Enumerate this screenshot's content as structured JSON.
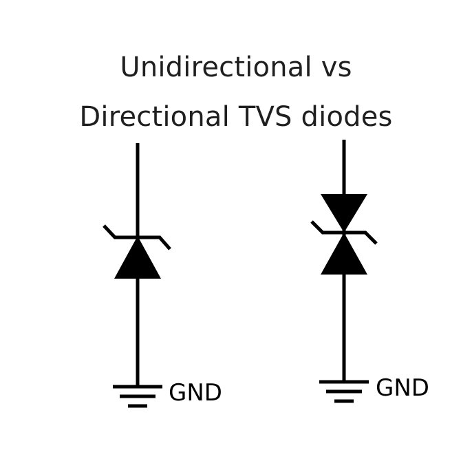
{
  "title": {
    "line1": "Unidirectional vs",
    "line2": "Directional TVS diodes"
  },
  "circuits": {
    "left": {
      "ground_label": "GND"
    },
    "right": {
      "ground_label": "GND"
    }
  },
  "colors": {
    "background": "#ffffff",
    "ink": "#000000",
    "title_text": "#1f1f1f"
  }
}
